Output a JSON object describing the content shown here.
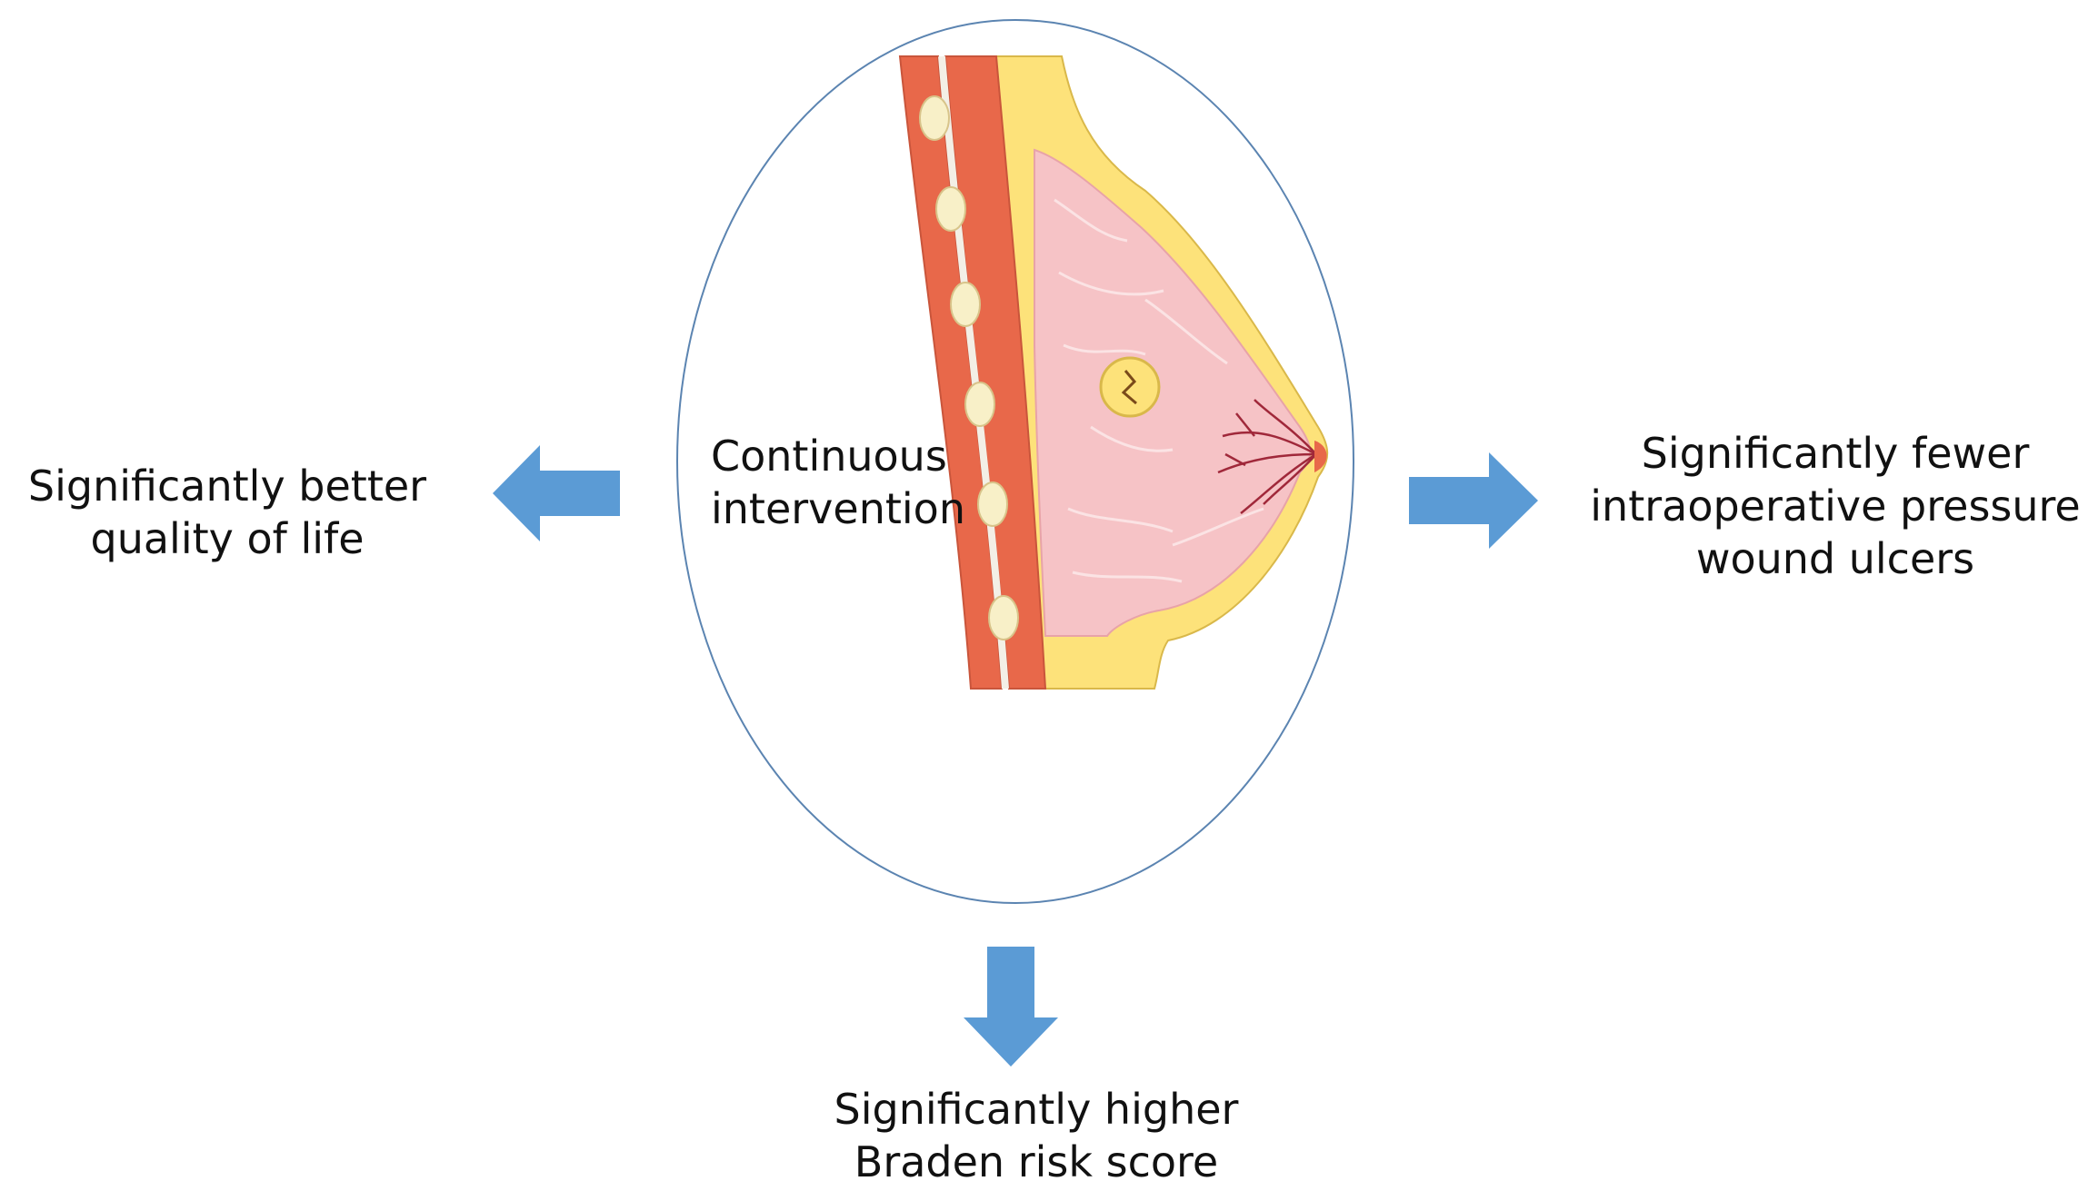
{
  "diagram": {
    "center": {
      "lines": [
        "Continuous",
        "intervention"
      ]
    },
    "outcomes": {
      "left": {
        "lines": [
          "Significantly better",
          "quality of life"
        ]
      },
      "right": {
        "lines": [
          "Significantly fewer",
          "intraoperative pressure",
          "wound ulcers"
        ]
      },
      "bottom": {
        "lines": [
          "Significantly higher",
          "Braden risk score"
        ]
      }
    },
    "colors": {
      "arrow": "#5b9bd5",
      "ellipse_stroke": "#5b84b1",
      "muscle": "#e8684a",
      "fat": "#fde27a",
      "gland": "#f6c3c6",
      "text": "#111111"
    },
    "icons": {
      "illustration": "breast-anatomy-cross-section-icon"
    }
  }
}
